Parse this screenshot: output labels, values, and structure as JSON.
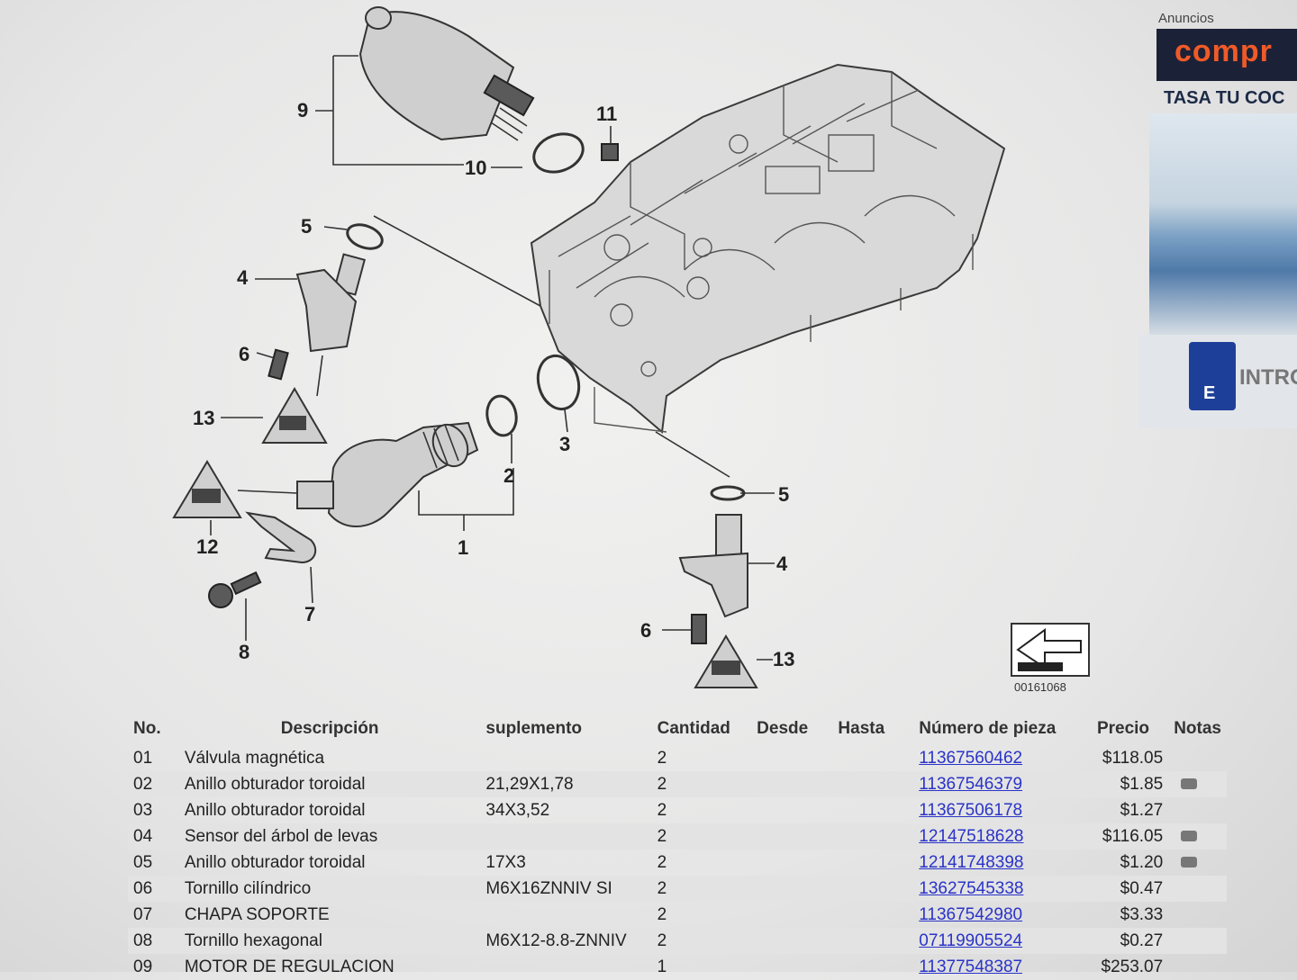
{
  "diagram": {
    "callouts": [
      "9",
      "10",
      "11",
      "5",
      "4",
      "6",
      "13",
      "12",
      "8",
      "7",
      "1",
      "2",
      "3",
      "5",
      "4",
      "6",
      "13"
    ],
    "code": "00161068"
  },
  "ads": {
    "label": "Anuncios",
    "brand": "compr",
    "tagline": "TASA TU COC",
    "plate_country": "E",
    "plate_text": "INTRO"
  },
  "table": {
    "headers": [
      "No.",
      "Descripción",
      "suplemento",
      "Cantidad",
      "Desde",
      "Hasta",
      "Número de pieza",
      "Precio",
      "Notas"
    ],
    "rows": [
      {
        "no": "01",
        "desc": "Válvula magnética",
        "sup": "",
        "qty": "2",
        "part": "11367560462",
        "price": "$118.05",
        "cam": false
      },
      {
        "no": "02",
        "desc": "Anillo obturador toroidal",
        "sup": "21,29X1,78",
        "qty": "2",
        "part": "11367546379",
        "price": "$1.85",
        "cam": true
      },
      {
        "no": "03",
        "desc": "Anillo obturador toroidal",
        "sup": "34X3,52",
        "qty": "2",
        "part": "11367506178",
        "price": "$1.27",
        "cam": false
      },
      {
        "no": "04",
        "desc": "Sensor del árbol de levas",
        "sup": "",
        "qty": "2",
        "part": "12147518628",
        "price": "$116.05",
        "cam": true
      },
      {
        "no": "05",
        "desc": "Anillo obturador toroidal",
        "sup": "17X3",
        "qty": "2",
        "part": "12141748398",
        "price": "$1.20",
        "cam": true
      },
      {
        "no": "06",
        "desc": "Tornillo cilíndrico",
        "sup": "M6X16ZNNIV SI",
        "qty": "2",
        "part": "13627545338",
        "price": "$0.47",
        "cam": false
      },
      {
        "no": "07",
        "desc": "CHAPA SOPORTE",
        "sup": "",
        "qty": "2",
        "part": "11367542980",
        "price": "$3.33",
        "cam": false
      },
      {
        "no": "08",
        "desc": "Tornillo hexagonal",
        "sup": "M6X12-8.8-ZNNIV",
        "qty": "2",
        "part": "07119905524",
        "price": "$0.27",
        "cam": false
      },
      {
        "no": "09",
        "desc": "MOTOR DE REGULACION",
        "sup": "",
        "qty": "1",
        "part": "11377548387",
        "price": "$253.07",
        "cam": false
      }
    ]
  }
}
